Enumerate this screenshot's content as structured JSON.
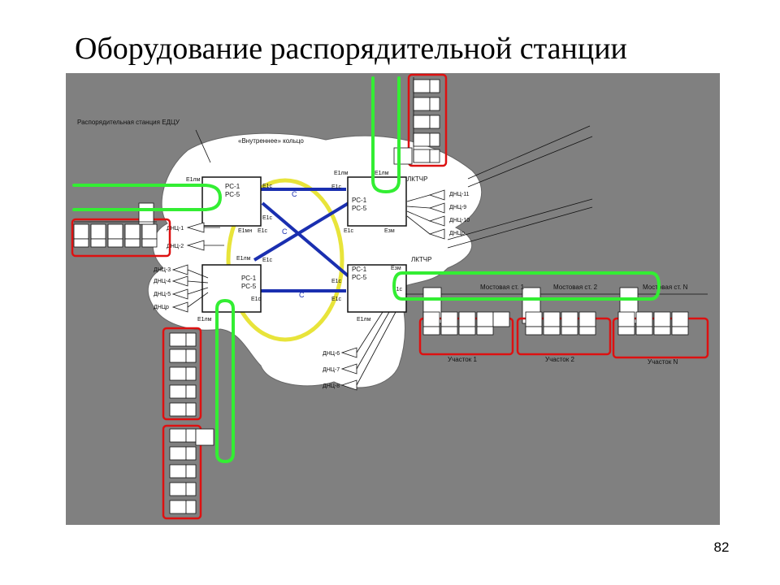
{
  "slide": {
    "title": "Оборудование распорядительной станции",
    "page_number": "82"
  },
  "diagram": {
    "cloud_label": "Распорядительная станция ЕДЦУ",
    "ring_label": "«Внутреннее» кольцо",
    "node_line1": "РС-1",
    "node_line2": "РС-5",
    "port_e1lm": "Е1лм",
    "port_e1c": "Е1с",
    "port_e1mn": "Е1мн",
    "port_ezm": "Езм",
    "lktchr": "ЛКТЧР",
    "lktchr2": "ЛКТЧР",
    "dnc_left": [
      "ДНЦ-1",
      "ДНЦ-2"
    ],
    "dnc_left_lower": [
      "ДНЦ-3",
      "ДНЦ-4",
      "ДНЦ-5",
      "ДНЦр"
    ],
    "dnc_right": [
      "ДНЦ-11",
      "ДНЦ-9",
      "ДНЦ-10",
      "ДНЦр"
    ],
    "dnc_bottom": [
      "ДНЦ-6",
      "ДНЦ-7",
      "ДНЦ-8"
    ],
    "bridge_stations": [
      "Мостовая ст. 1",
      "Мостовая ст. 2",
      "Мостовая ст. N"
    ],
    "sections": [
      "Участок 1",
      "Участок 2",
      "Участок N"
    ],
    "link_mark": "С",
    "colors": {
      "background": "#808080",
      "cloud": "#ffffff",
      "ring": "#e8e43a",
      "link": "#1a2fb0",
      "channel": "#33ee33",
      "group": "#dd1111"
    }
  }
}
